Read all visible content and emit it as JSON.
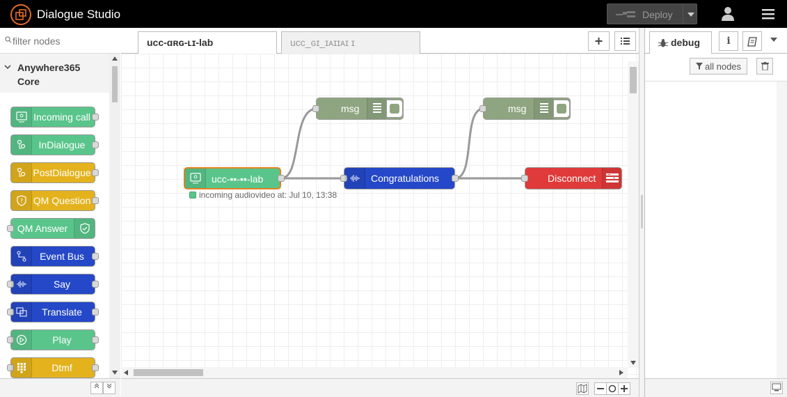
{
  "header": {
    "title": "Dialogue Studio",
    "deploy_label": "Deploy"
  },
  "palette": {
    "filter_placeholder": "filter nodes",
    "category": "Anywhere365 Core",
    "nodes": [
      {
        "label": "Incoming call",
        "color": "#5ac58b"
      },
      {
        "label": "InDialogue",
        "color": "#5ac58b"
      },
      {
        "label": "PostDialogue",
        "color": "#e3b21d"
      },
      {
        "label": "QM Question",
        "color": "#e3b21d"
      },
      {
        "label": "QM Answer",
        "color": "#5ac58b"
      },
      {
        "label": "Event Bus",
        "color": "#2548c8"
      },
      {
        "label": "Say",
        "color": "#2548c8"
      },
      {
        "label": "Translate",
        "color": "#2548c8"
      },
      {
        "label": "Play",
        "color": "#5ac58b"
      },
      {
        "label": "Dtmf",
        "color": "#e3b21d"
      }
    ]
  },
  "workspace": {
    "tabs": [
      {
        "label": "ucc-ɑʀɢ-ʟɪ-lab"
      },
      {
        "label": "ucc_ɢɪ_ɪᴀɪɪᴀɪ ɪ"
      }
    ],
    "flow": {
      "start_node": "ucc-▪▪-▪▪-lab",
      "start_status": "incoming audiovideo at: Jul 10, 13:38",
      "debug1": "msg",
      "debug2": "msg",
      "say_node": "Congratulations",
      "disconnect_node": "Disconnect"
    }
  },
  "sidebar": {
    "tab_debug": "debug",
    "tab_info": "i",
    "filter_label": "all nodes"
  },
  "colors": {
    "green": "#5ac58b",
    "blue": "#2548c8",
    "red": "#e03a3a",
    "debug": "#8fa581",
    "accent": "#e36c2a"
  }
}
